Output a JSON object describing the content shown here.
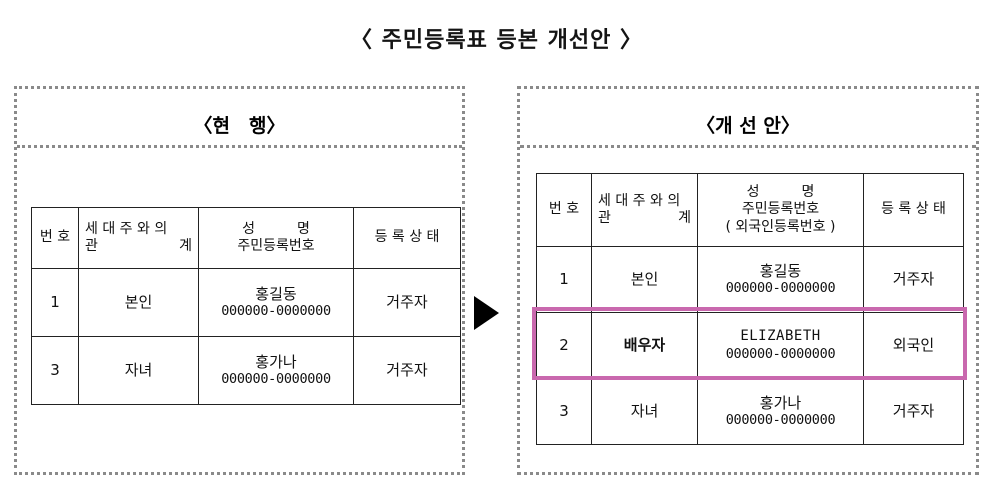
{
  "document": {
    "title": "〈 주민등록표 등본 개선안 〉"
  },
  "arrow": {
    "icon": "triangle-right-icon"
  },
  "panels": {
    "current": {
      "heading": "〈현　행〉",
      "table": {
        "headers": {
          "number": "번 호",
          "relation_line1": "세 대 주 와 의",
          "relation_line2_left": "관",
          "relation_line2_right": "계",
          "name_line1": "성　　　명",
          "name_line2": "주민등록번호",
          "status": "등 록 상 태"
        },
        "rows": [
          {
            "number": "1",
            "relation": "본인",
            "name": "홍길동",
            "id_number": "000000-0000000",
            "status": "거주자",
            "highlighted": false,
            "relation_bold": false
          },
          {
            "number": "3",
            "relation": "자녀",
            "name": "홍가나",
            "id_number": "000000-0000000",
            "status": "거주자",
            "highlighted": false,
            "relation_bold": false
          }
        ]
      }
    },
    "improved": {
      "heading": "〈개 선 안〉",
      "table": {
        "headers": {
          "number": "번 호",
          "relation_line1": "세 대 주 와 의",
          "relation_line2_left": "관",
          "relation_line2_right": "계",
          "name_line1": "성　　　명",
          "name_line2": "주민등록번호",
          "name_line3": "( 외국인등록번호 )",
          "status": "등 록 상 태"
        },
        "rows": [
          {
            "number": "1",
            "relation": "본인",
            "name": "홍길동",
            "id_number": "000000-0000000",
            "status": "거주자",
            "highlighted": false,
            "relation_bold": false
          },
          {
            "number": "2",
            "relation": "배우자",
            "name": "ELIZABETH",
            "id_number": "000000-0000000",
            "status": "외국인",
            "highlighted": true,
            "relation_bold": true
          },
          {
            "number": "3",
            "relation": "자녀",
            "name": "홍가나",
            "id_number": "000000-0000000",
            "status": "거주자",
            "highlighted": false,
            "relation_bold": false
          }
        ]
      }
    }
  },
  "colors": {
    "highlight_border": "#c968ae",
    "panel_border": "#8a8a8a",
    "table_border": "#222222",
    "text": "#111111"
  }
}
